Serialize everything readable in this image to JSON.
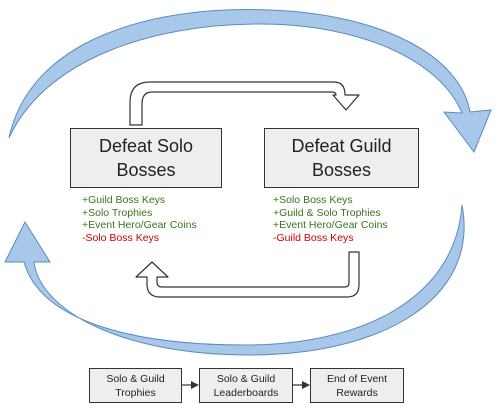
{
  "colors": {
    "cycle_arrow_fill": "#a8c8ea",
    "cycle_arrow_stroke": "#5b8bc0",
    "box_fill": "#eeeeee",
    "box_border": "#333333",
    "gain_text": "#38761d",
    "loss_text": "#cc0000",
    "connector": "#333333"
  },
  "boxes": {
    "solo": "Defeat Solo\nBosses",
    "guild": "Defeat Guild\nBosses"
  },
  "solo_effects": [
    {
      "text": "+Guild Boss Keys",
      "kind": "gain"
    },
    {
      "text": "+Solo Trophies",
      "kind": "gain"
    },
    {
      "text": "+Event Hero/Gear Coins",
      "kind": "gain"
    },
    {
      "text": "-Solo Boss Keys",
      "kind": "loss"
    }
  ],
  "guild_effects": [
    {
      "text": "+Solo Boss Keys",
      "kind": "gain"
    },
    {
      "text": "+Guild & Solo Trophies",
      "kind": "gain"
    },
    {
      "text": "+Event Hero/Gear Coins",
      "kind": "gain"
    },
    {
      "text": "-Guild Boss Keys",
      "kind": "loss"
    }
  ],
  "flow": {
    "step1": "Solo & Guild\nTrophies",
    "step2": "Solo & Guild\nLeaderboards",
    "step3": "End of Event\nRewards"
  }
}
